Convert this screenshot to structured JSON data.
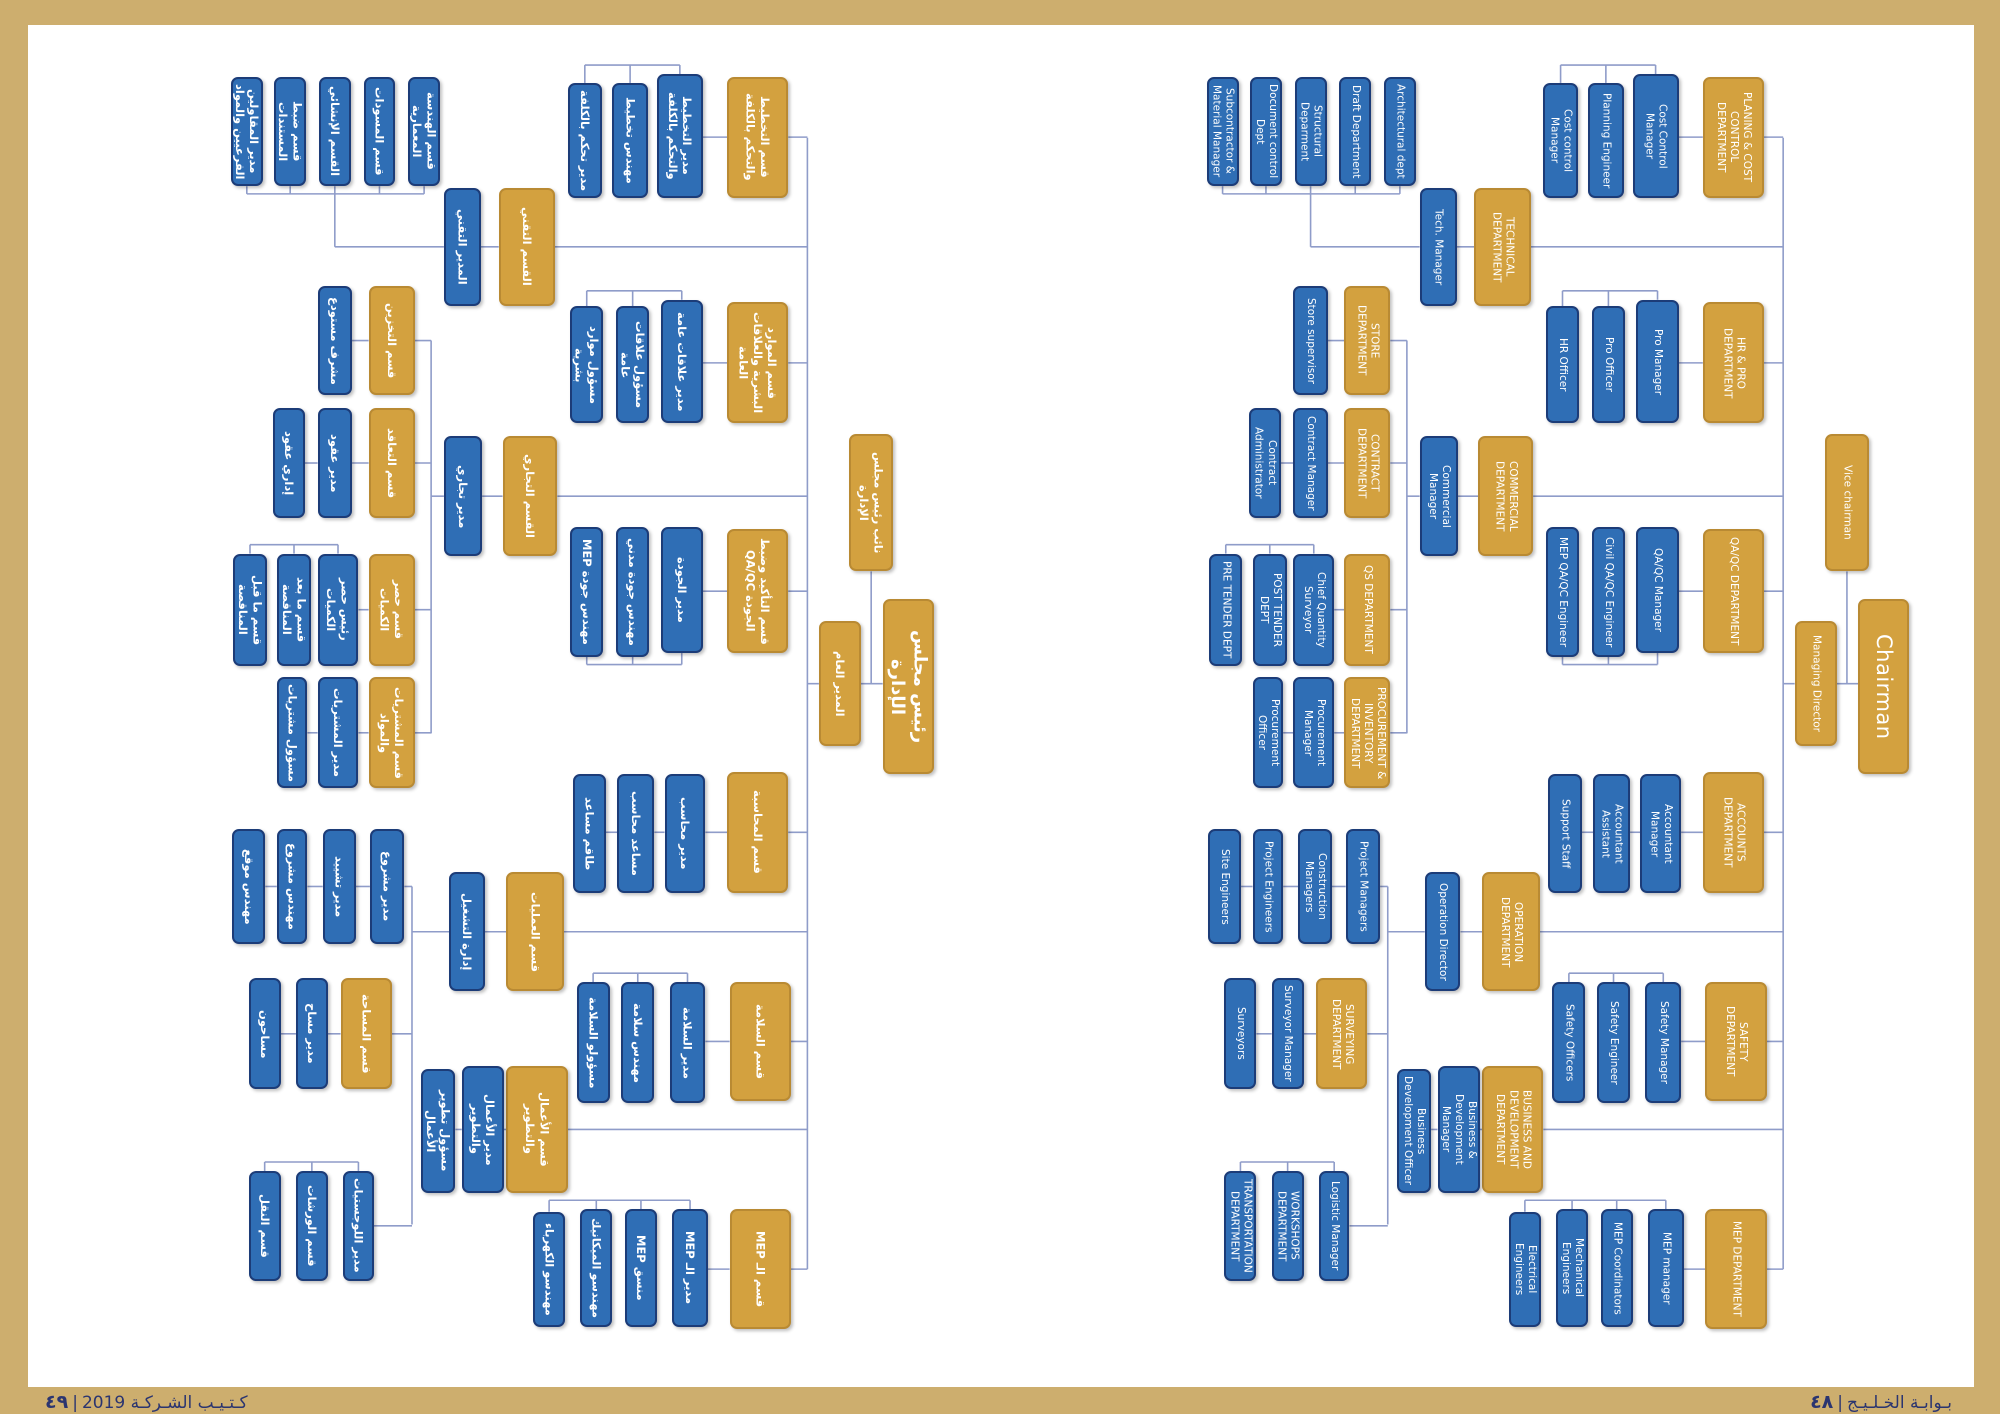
{
  "footer": {
    "left": {
      "page_number": "٤٩",
      "year": "2019",
      "title": "كـتـيـب الشـركـة"
    },
    "right": {
      "page_number": "٤٨",
      "title": "بـوابـة الخـلـيـج"
    }
  },
  "colors": {
    "background": "#cdae6e",
    "department": "#d3a13f",
    "position": "#2f6eb5",
    "connector": "#8f9cc9",
    "footer_text": "#2b3570"
  },
  "english_chart": {
    "nodes": [
      "Chairman",
      "Vice chairman",
      "Managing Director",
      "PLANING & COST CONTROL DEPARTMENT",
      "Cost Control Manager",
      "Planning Engineer",
      "Cost control Manager",
      "HR & PRO DEPARTMENT",
      "Pro Manager",
      "Pro Officer",
      "HR Officer",
      "QA/QC DEPARTMENT",
      "QA/QC Manager",
      "Civil QA/QC Engineer",
      "MEP QA/QC Engineer",
      "ACCOUNTS DEPARTMENT",
      "Accountant Manager",
      "Accountant Assistant",
      "Support Staff",
      "SAFETY DEPARTMENT",
      "Safety Manager",
      "Safety Engineer",
      "Safety Officers",
      "MEP DEPARTMENT",
      "MEP manager",
      "MEP Coordinators",
      "Mechanical Engineers",
      "Electrical Engineers",
      "TECHNICAL DEPARTMENT",
      "Tech. Manager",
      "Architectural dept",
      "Draft Department",
      "Structural Deparment",
      "Document control Dept",
      "Subcontractor & Material Manager",
      "COMMERCIAL DEPARTMENT",
      "Commercial Manager",
      "STORE DEPARTMENT",
      "Store supervisor",
      "CONTRACT DEPARTMENT",
      "Contract Manager",
      "Contract Administrator",
      "QS DEPARTMENT",
      "Chief Quantity Surveyor",
      "POST TENDER DEPT",
      "PRE TENDER DEPT",
      "PROCUREMENT & INVENTORY DEPARTMENT",
      "Procurement Manager",
      "Procurement Officer",
      "OPERATION DEPARTMENT",
      "Operation Director",
      "Project Managers",
      "Construction Managers",
      "Project Engineers",
      "Site Engineers",
      "SURVEYING DEPARTMENT",
      "Surveyor Manager",
      "Surveyors",
      "BUSINESS AND DEVELOPMENT DEPARTMENT",
      "Business & Development Manager",
      "Business Development Officer",
      "Logistic Manager",
      "WORKSHOPS DEPARTMENT",
      "TRANSPORTATION DEPARTMENT"
    ]
  },
  "arabic_chart": {
    "nodes": [
      "رئيس مجلس الإدارة",
      "نائب رئيس مجلس الإدارة",
      "المدير العام",
      "قسم التخطيط والتحكم بالكلفة",
      "مدير التخطيط والتحكم بالكلفة",
      "مهندس تخطيط",
      "مدير تحكم بالكلفة",
      "قسم الموارد البشرية والعلاقات العامة",
      "مدير علاقات عامة",
      "مسؤول علاقات عامة",
      "مسؤول موارد بشرية",
      "قسم التأكيد وضبط الجودة QA/QC",
      "مدير الجودة",
      "مهندس جودة مدني",
      "مهندس جودة MEP",
      "قسم المحاسبة",
      "مدير محاسب",
      "مساعد محاسب",
      "طاقم مساعد",
      "قسم السلامة",
      "مدير السلامة",
      "مهندس سلامة",
      "مسؤولو السلامة",
      "قسم الـ MEP",
      "مدير الـ MEP",
      "منسق MEP",
      "مهندسو الميكانيك",
      "مهندسو الكهرباء",
      "القسم التقني",
      "المدير التقني",
      "قسم الهندسة المعمارية",
      "قسم المسودات",
      "القسم الإنشائي",
      "قسم ضبط المستندات",
      "مدير المقاولين الفرعيين والمواد",
      "القسم التجاري",
      "مدير تجاري",
      "قسم التخزين",
      "مشرف مستودع",
      "قسم التعاقد",
      "مدير عقود",
      "إداري عقود",
      "قسم حصر الكميات",
      "رئيس حصر الكميات",
      "قسم ما بعد المناقصة",
      "قسم ما قبل المناقصة",
      "قسم المشتريات والمواد",
      "مدير المشتريات",
      "مسؤول مشتريات",
      "قسم العمليات",
      "إدارة التشغيل",
      "مدير مشروع",
      "مدير تشييد",
      "مهندس مشروع",
      "مهندس موقع",
      "قسم المساحة",
      "مدير مساح",
      "مساحون",
      "قسم الأعمال والتطوير",
      "مدير الأعمال والتطوير",
      "مسؤول تطوير الأعمال",
      "مدير اللوجستيات",
      "قسم الورشات",
      "قسم النقل"
    ]
  }
}
